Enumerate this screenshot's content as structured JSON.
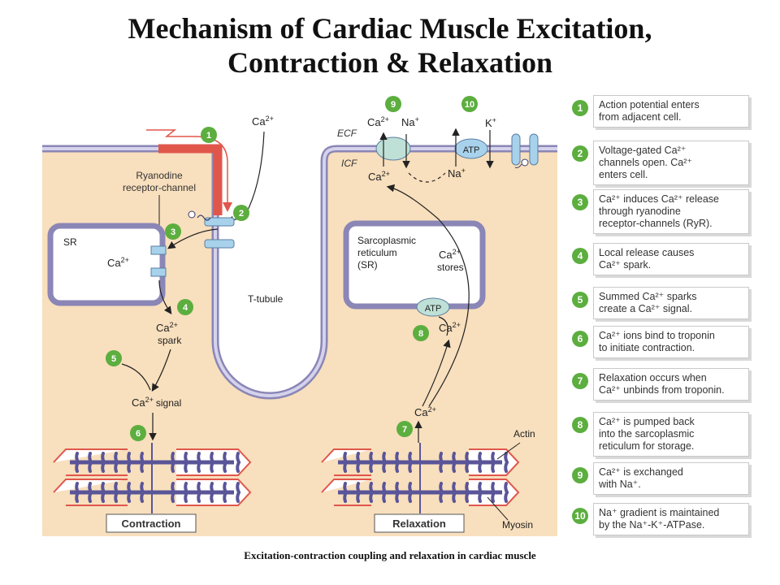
{
  "title": {
    "line1": "Mechanism of Cardiac Muscle Excitation,",
    "line2": "Contraction & Relaxation"
  },
  "caption": "Excitation-contraction  coupling and relaxation in cardiac muscle",
  "colors": {
    "cytoplasm": "#f8dfbd",
    "membrane_fill": "#cfcbe6",
    "membrane_stroke": "#8a86b6",
    "depolarized": "#e0564b",
    "step_badge": "#5cae3f",
    "myosin": "#5a5598",
    "actin_outline": "#e0564b",
    "channel": "#a8d2ec"
  },
  "labels": {
    "ecf": "ECF",
    "icf": "ICF",
    "ca_top": "Ca",
    "ca_sup": "2+",
    "ryr1": "Ryanodine",
    "ryr2": "receptor-channel",
    "sr": "SR",
    "ca": "Ca",
    "spark": "spark",
    "signal": "signal",
    "ttubule": "T-tubule",
    "sarco1": "Sarcoplasmic",
    "sarco2": "reticulum",
    "sarco3": "(SR)",
    "stores": "stores",
    "atp": "ATP",
    "na": "Na",
    "k": "K",
    "plus": "+",
    "actin": "Actin",
    "myosin": "Myosin",
    "contraction": "Contraction",
    "relaxation": "Relaxation"
  },
  "badges": [
    "1",
    "2",
    "3",
    "4",
    "5",
    "6",
    "7",
    "8",
    "9",
    "10"
  ],
  "steps": [
    {
      "num": "1",
      "text": "Action potential enters\nfrom adjacent cell."
    },
    {
      "num": "2",
      "text": "Voltage-gated Ca²⁺\nchannels open. Ca²⁺\nenters cell."
    },
    {
      "num": "3",
      "text": "Ca²⁺ induces Ca²⁺ release\nthrough ryanodine\nreceptor-channels (RyR)."
    },
    {
      "num": "4",
      "text": "Local release causes\nCa²⁺ spark."
    },
    {
      "num": "5",
      "text": "Summed Ca²⁺ sparks\ncreate a Ca²⁺ signal."
    },
    {
      "num": "6",
      "text": "Ca²⁺ ions bind to troponin\nto initiate contraction."
    },
    {
      "num": "7",
      "text": "Relaxation occurs when\nCa²⁺ unbinds from troponin."
    },
    {
      "num": "8",
      "text": "Ca²⁺ is pumped back\ninto the sarcoplasmic\nreticulum for storage."
    },
    {
      "num": "9",
      "text": "Ca²⁺ is exchanged\nwith Na⁺."
    },
    {
      "num": "10",
      "text": "Na⁺ gradient is maintained\nby the Na⁺-K⁺-ATPase."
    }
  ]
}
